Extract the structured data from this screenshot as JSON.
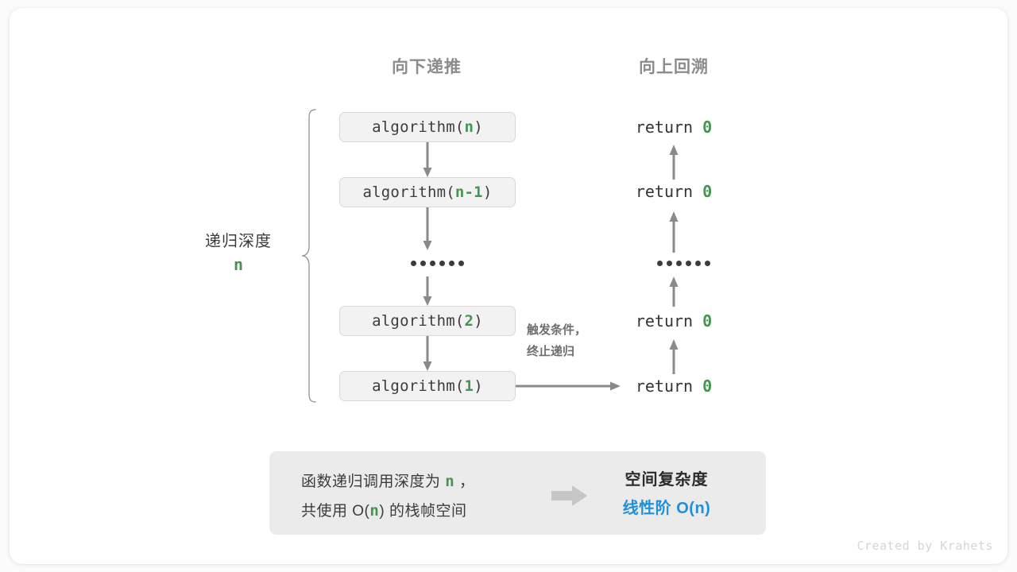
{
  "headings": {
    "left": "向下递推",
    "right": "向上回溯"
  },
  "depth": {
    "label": "递归深度",
    "value": "n"
  },
  "calls": [
    {
      "prefix": "algorithm(",
      "arg": "n",
      "suffix": ")"
    },
    {
      "prefix": "algorithm(",
      "arg": "n-1",
      "suffix": ")"
    },
    {
      "prefix": "algorithm(",
      "arg": "2",
      "suffix": ")"
    },
    {
      "prefix": "algorithm(",
      "arg": "1",
      "suffix": ")"
    }
  ],
  "returns": [
    {
      "text": "return ",
      "value": "0"
    },
    {
      "text": "return ",
      "value": "0"
    },
    {
      "text": "return ",
      "value": "0"
    },
    {
      "text": "return ",
      "value": "0"
    }
  ],
  "note": {
    "line1": "触发条件，",
    "line2": "终止递归"
  },
  "summary": {
    "left_line1_a": "函数递归调用深度为 ",
    "left_line1_b": "n",
    "left_line1_c": " ，",
    "left_line2_a": "共使用 O(",
    "left_line2_b": "n",
    "left_line2_c": ") 的栈帧空间",
    "right_title": "空间复杂度",
    "right_value": "线性阶 O(n)"
  },
  "footer": "Created by Krahets",
  "colors": {
    "green": "#44954f",
    "blue": "#1f90d8",
    "gray_heading": "#8c8c8c",
    "arrow": "#8a8a8a",
    "box_fill": "#f2f2f2",
    "panel_fill": "#ebebeb"
  }
}
